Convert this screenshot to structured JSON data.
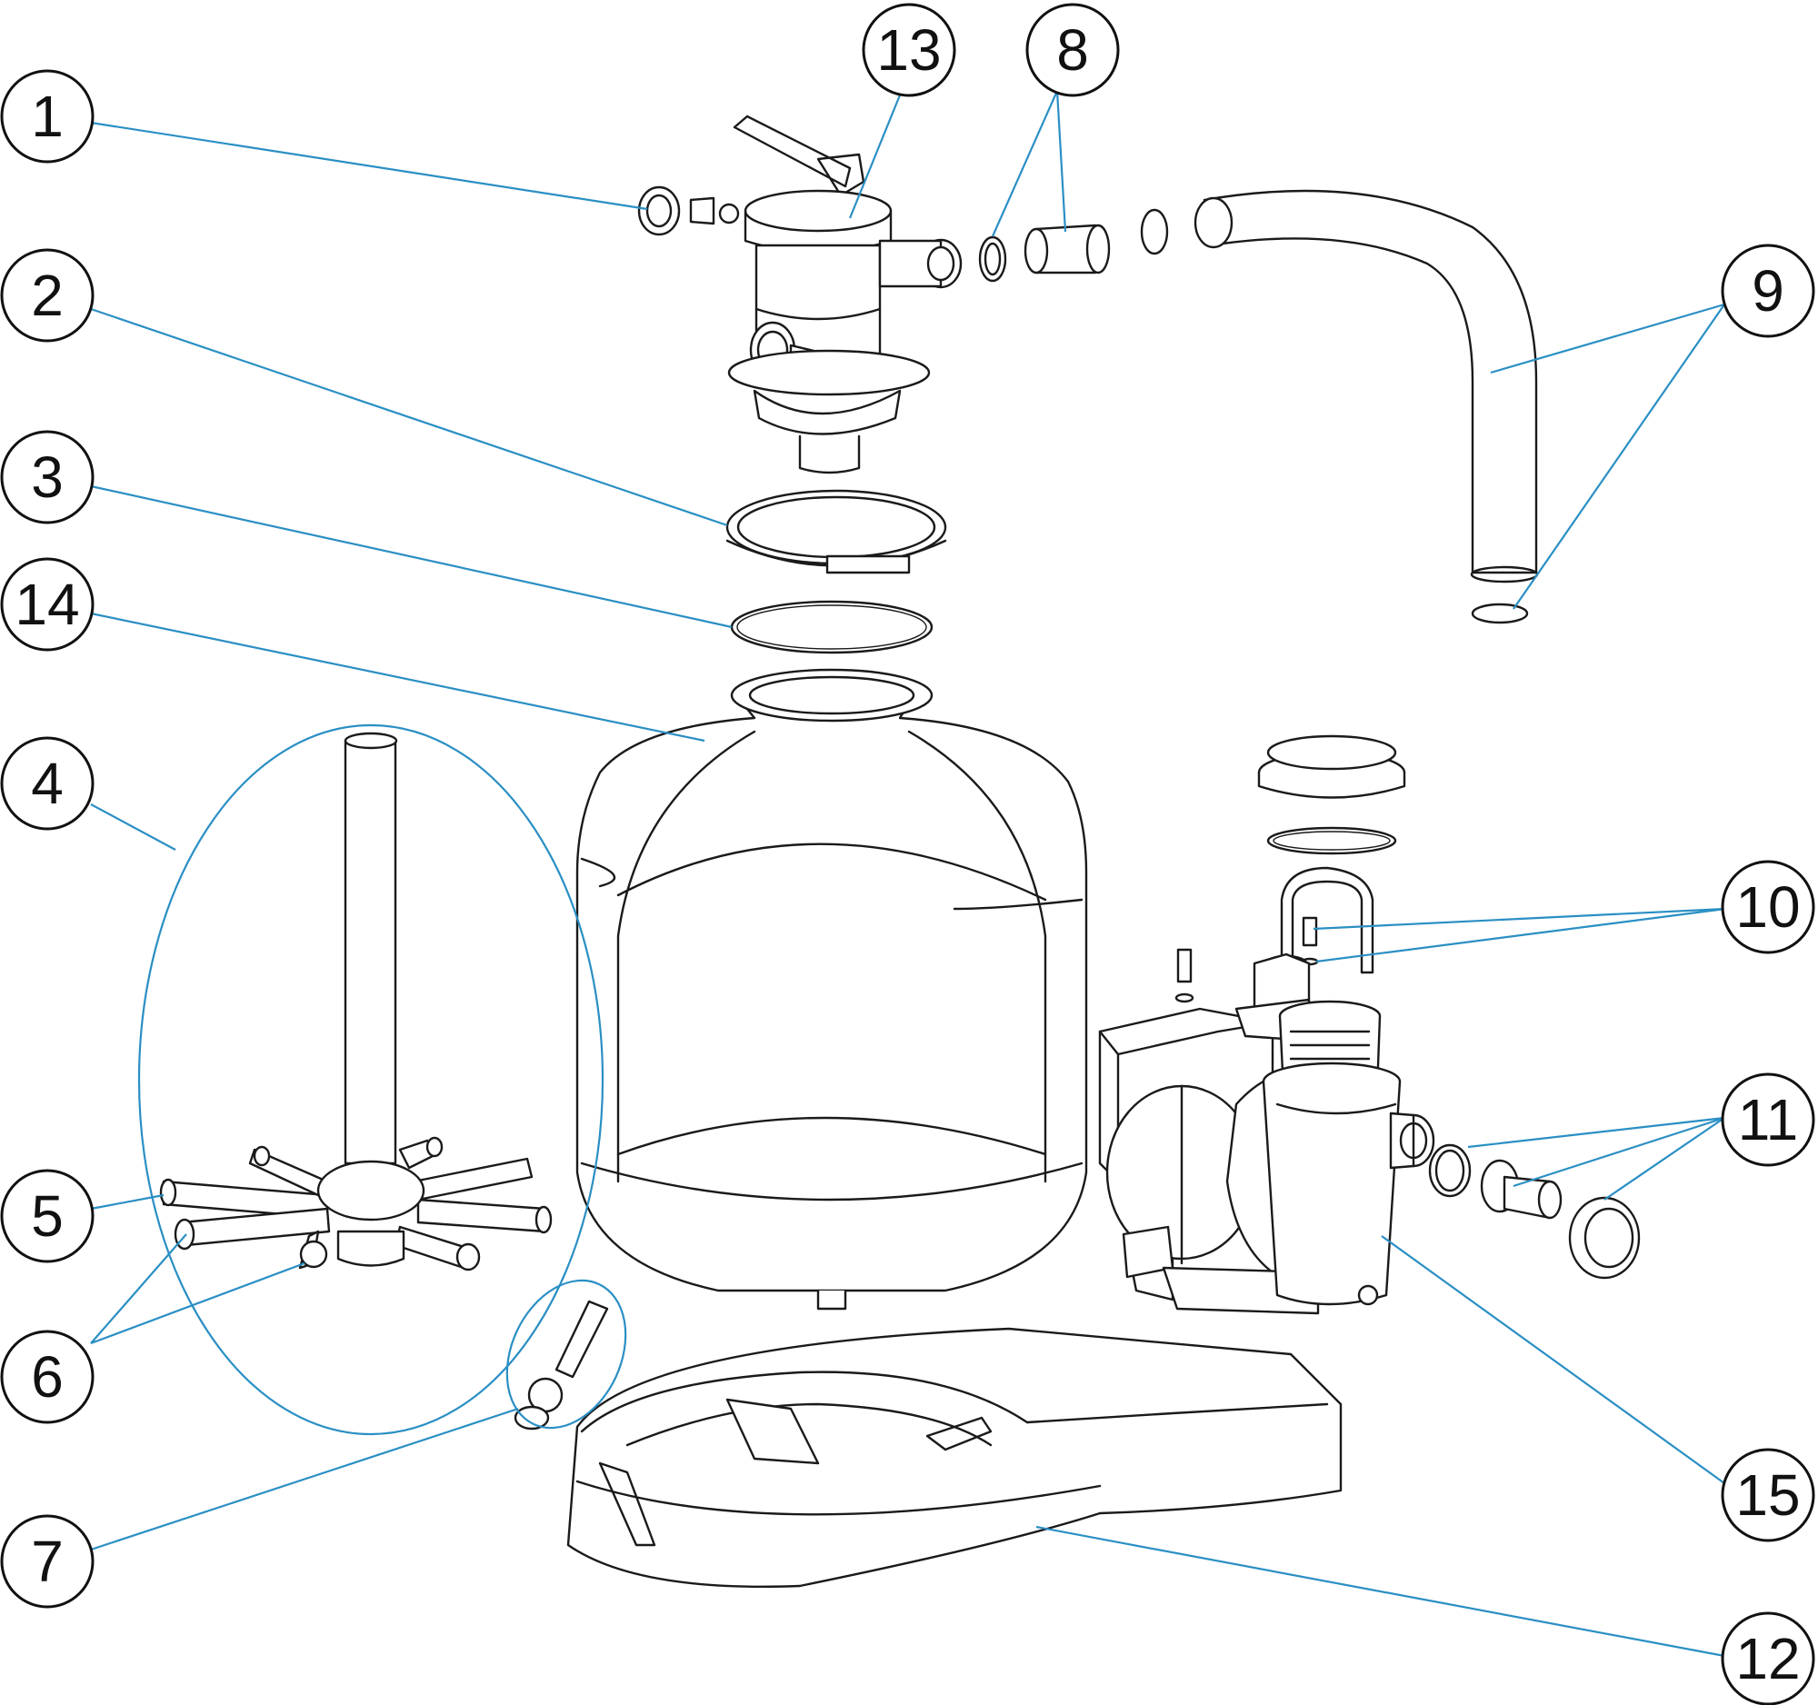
{
  "callouts": {
    "c1": "1",
    "c2": "2",
    "c3": "3",
    "c4": "4",
    "c5": "5",
    "c6": "6",
    "c7": "7",
    "c8": "8",
    "c9": "9",
    "c10": "10",
    "c11": "11",
    "c12": "12",
    "c13": "13",
    "c14": "14",
    "c15": "15"
  },
  "colors": {
    "leader_line": "#2a8fc4",
    "drawing_line": "#1a1a1a",
    "background": "#ffffff"
  }
}
